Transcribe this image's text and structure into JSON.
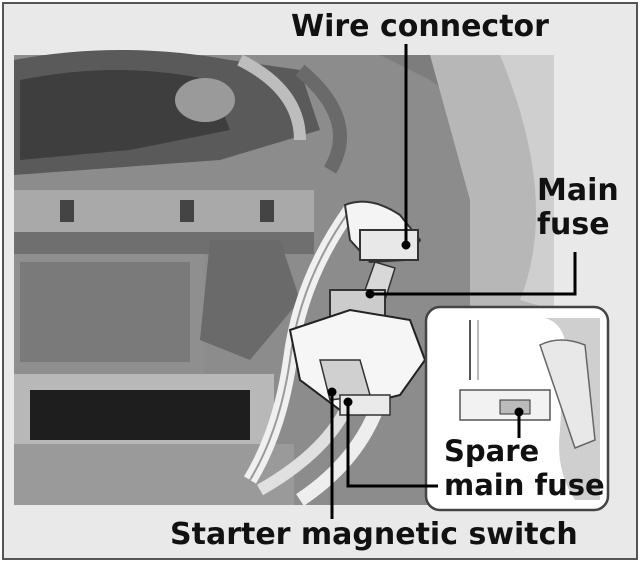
{
  "labels": {
    "wire_connector": "Wire connector",
    "main_fuse_line1": "Main",
    "main_fuse_line2": "fuse",
    "spare_line1": "Spare",
    "spare_line2": "main fuse",
    "starter": "Starter magnetic switch"
  },
  "colors": {
    "background": "#ffffff",
    "photo_dark": "#3a3a3a",
    "photo_mid": "#8a8a8a",
    "photo_light": "#d9d9d9",
    "leader": "#000000"
  }
}
